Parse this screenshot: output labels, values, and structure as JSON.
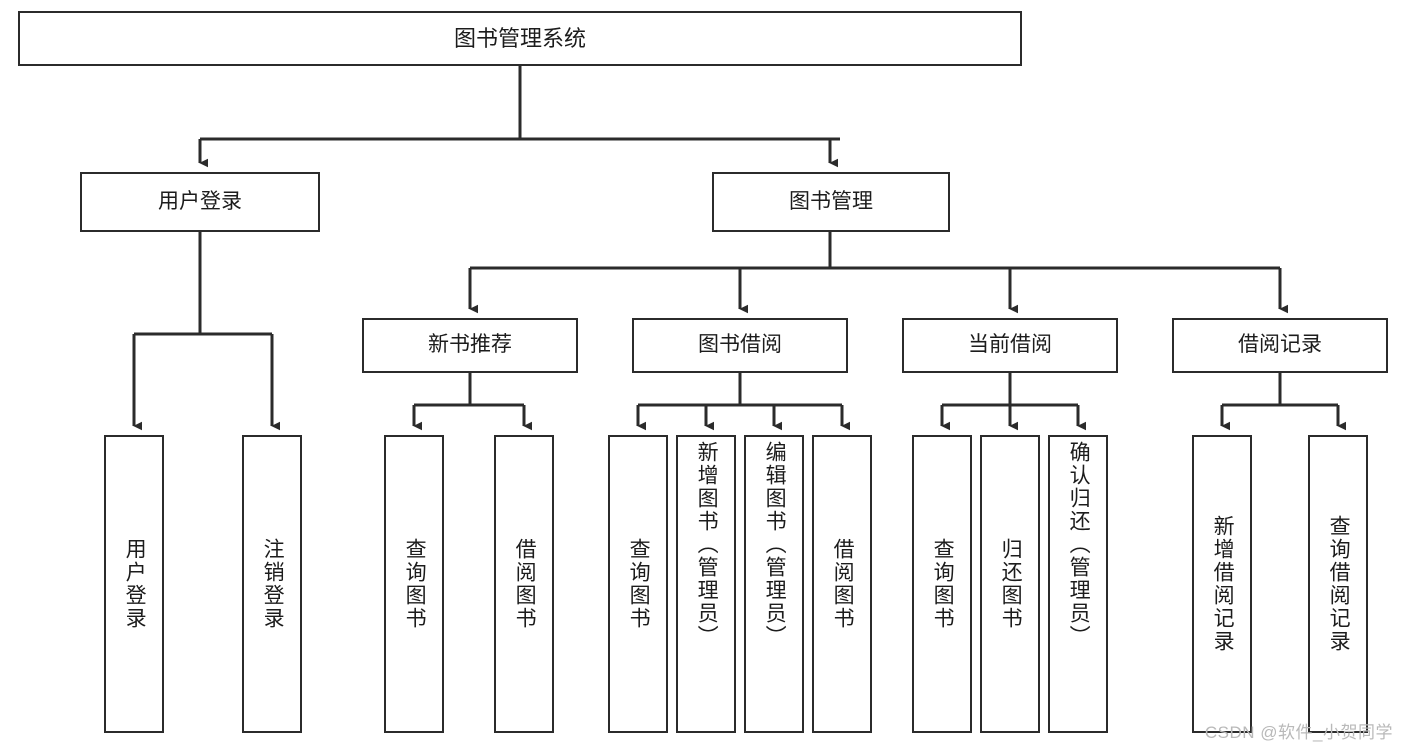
{
  "diagram": {
    "type": "tree",
    "title": "图书管理系统",
    "watermark": "CSDN @软件_小贺同学",
    "colors": {
      "box_border": "#2b2b2b",
      "box_fill": "#ffffff",
      "connector": "#2b2b2b",
      "text": "#1c1c1c",
      "watermark": "#b9b9b9",
      "background": "#ffffff"
    },
    "root": {
      "label": "图书管理系统"
    },
    "level2": [
      {
        "id": "user-login",
        "label": "用户登录"
      },
      {
        "id": "book-management",
        "label": "图书管理"
      }
    ],
    "level3": [
      {
        "id": "new-book-recommend",
        "label": "新书推荐",
        "parent": "book-management"
      },
      {
        "id": "book-borrow",
        "label": "图书借阅",
        "parent": "book-management"
      },
      {
        "id": "current-borrow",
        "label": "当前借阅",
        "parent": "book-management"
      },
      {
        "id": "borrow-record",
        "label": "借阅记录",
        "parent": "book-management"
      }
    ],
    "leaves": [
      {
        "id": "leaf-user-login",
        "label": "用户登录",
        "parent": "user-login"
      },
      {
        "id": "leaf-user-logout",
        "label": "注销登录",
        "parent": "user-login"
      },
      {
        "id": "leaf-query-book-1",
        "label": "查询图书",
        "parent": "new-book-recommend"
      },
      {
        "id": "leaf-borrow-book-1",
        "label": "借阅图书",
        "parent": "new-book-recommend"
      },
      {
        "id": "leaf-query-book-2",
        "label": "查询图书",
        "parent": "book-borrow"
      },
      {
        "id": "leaf-add-book",
        "label": "新增图书（管理员）",
        "parent": "book-borrow"
      },
      {
        "id": "leaf-edit-book",
        "label": "编辑图书（管理员）",
        "parent": "book-borrow"
      },
      {
        "id": "leaf-borrow-book-2",
        "label": "借阅图书",
        "parent": "book-borrow"
      },
      {
        "id": "leaf-query-book-3",
        "label": "查询图书",
        "parent": "current-borrow"
      },
      {
        "id": "leaf-return-book",
        "label": "归还图书",
        "parent": "current-borrow"
      },
      {
        "id": "leaf-confirm-return",
        "label": "确认归还（管理员）",
        "parent": "current-borrow"
      },
      {
        "id": "leaf-add-record",
        "label": "新增借阅记录",
        "parent": "borrow-record"
      },
      {
        "id": "leaf-query-record",
        "label": "查询借阅记录",
        "parent": "borrow-record"
      }
    ]
  }
}
